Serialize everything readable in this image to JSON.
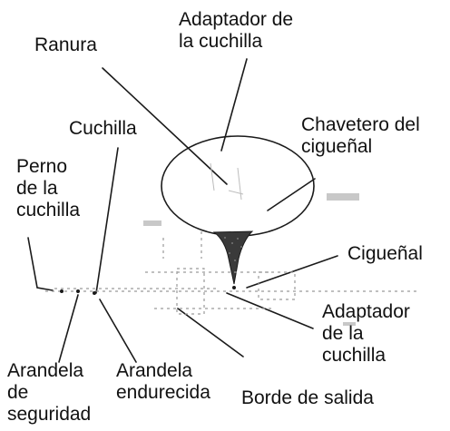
{
  "labels": {
    "adaptador_top": "Adaptador de\nla cuchilla",
    "ranura": "Ranura",
    "cuchilla": "Cuchilla",
    "chavetero": "Chavetero del\ncigueñal",
    "perno": "Perno\nde la\ncuchilla",
    "cigueñal": "Cigueñal",
    "adaptador_right": "Adaptador\nde la\ncuchilla",
    "arandela_seguridad": "Arandela\nde\nseguridad",
    "arandela_endurecida": "Arandela\nendurecida",
    "borde_salida": "Borde de salida"
  }
}
